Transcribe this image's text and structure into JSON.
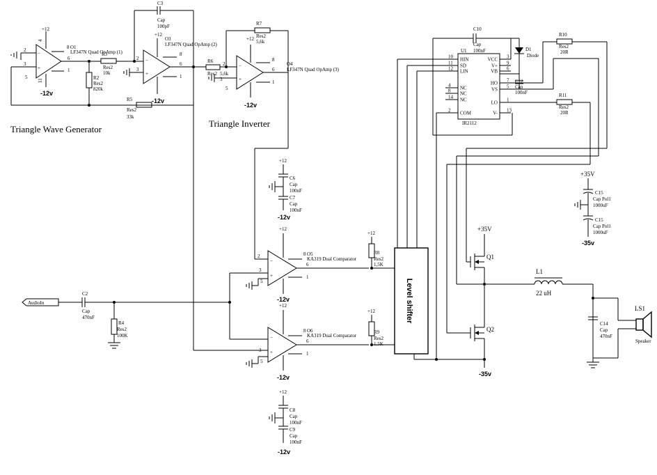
{
  "blocks": {
    "triangle_generator": "Triangle Wave Generator",
    "triangle_inverter": "Triangle Inverter",
    "level_shifter": "Level shifter"
  },
  "rails": {
    "p12": "+12",
    "m12": "-12v",
    "p35": "+35V",
    "p35b": "+35V",
    "m35": "-35v",
    "m35b": "-35v"
  },
  "opamps": {
    "o1": {
      "designator": "O1",
      "type": "LF347N Quad OpAmp (1)"
    },
    "o3": {
      "designator": "O3",
      "type": "LF347N Quad OpAmp (2)"
    },
    "o4": {
      "designator": "O4",
      "type": "LF347N Quad OpAmp (3)"
    }
  },
  "comparators": {
    "o5": {
      "designator": "O5",
      "type": "KA319 Dual Comparator"
    },
    "o6": {
      "designator": "O6",
      "type": "KA319 Dual Comparator"
    }
  },
  "resistors": {
    "r2": {
      "ref": "R2",
      "type": "Res2",
      "value": "820k"
    },
    "r3": {
      "ref": "R3",
      "type": "Res2",
      "value": "10k"
    },
    "r4": {
      "ref": "R4",
      "type": "Res2",
      "value": "100K"
    },
    "r5": {
      "ref": "R5",
      "type": "Res2",
      "value": "33k"
    },
    "r6": {
      "ref": "R6",
      "type": "Res2",
      "value": "5,6k"
    },
    "r7": {
      "ref": "R7",
      "type": "Res2",
      "value": "5,6k"
    },
    "r8": {
      "ref": "R8",
      "type": "Res2",
      "value": "1,5K"
    },
    "r9": {
      "ref": "R9",
      "type": "Res2",
      "value": "1,5K"
    },
    "r10": {
      "ref": "R10",
      "type": "Res2",
      "value": "20R"
    },
    "r11": {
      "ref": "R11",
      "type": "Res2",
      "value": "20R"
    }
  },
  "capacitors": {
    "c2": {
      "ref": "C2",
      "type": "Cap",
      "value": "470nF"
    },
    "c3": {
      "ref": "C3",
      "type": "Cap",
      "value": "100pF"
    },
    "c6": {
      "ref": "C6",
      "type": "Cap",
      "value": "100nF"
    },
    "c7": {
      "ref": "C7",
      "type": "Cap",
      "value": "100nF"
    },
    "c8": {
      "ref": "C8",
      "type": "Cap",
      "value": "100nF"
    },
    "c9": {
      "ref": "C9",
      "type": "Cap",
      "value": "100nF"
    },
    "c10": {
      "ref": "C10",
      "type": "Cap",
      "value": "100nF"
    },
    "c12": {
      "ref": "C12",
      "type": "Cap",
      "value": "100nF"
    },
    "c14": {
      "ref": "C14",
      "type": "Cap",
      "value": "470nF"
    },
    "c15a": {
      "ref": "C15",
      "type": "Cap Pol1",
      "value": "1000uF"
    },
    "c15b": {
      "ref": "C15",
      "type": "Cap Pol1",
      "value": "1000uF"
    }
  },
  "driver": {
    "ref": "U1",
    "part": "IR2112",
    "left_pins": [
      {
        "num": "10",
        "name": "HIN"
      },
      {
        "num": "11",
        "name": "SD"
      },
      {
        "num": "12",
        "name": "LIN"
      },
      {
        "num": "4",
        "name": "NC"
      },
      {
        "num": "8",
        "name": "NC"
      },
      {
        "num": "14",
        "name": "NC"
      },
      {
        "num": "2",
        "name": "COM"
      }
    ],
    "right_pins": [
      {
        "num": "3",
        "name": "VCC"
      },
      {
        "num": "9",
        "name": "V+"
      },
      {
        "num": "6",
        "name": "VB"
      },
      {
        "num": "7",
        "name": "HO"
      },
      {
        "num": "5",
        "name": "VS"
      },
      {
        "num": "1",
        "name": "LO"
      },
      {
        "num": "13",
        "name": "V-"
      }
    ]
  },
  "diode": {
    "ref": "D1",
    "type": "Diode"
  },
  "transistors": {
    "q1": "Q1",
    "q2": "Q2"
  },
  "inductor": {
    "ref": "L1",
    "value": "22 uH"
  },
  "speaker": {
    "ref": "LS1",
    "type": "Speaker"
  },
  "input": {
    "label": "AudioIn"
  },
  "pins": {
    "p1": "1",
    "p2": "2",
    "p3": "3",
    "p4": "4",
    "p5": "5",
    "p6": "6",
    "p7": "7",
    "p8": "8",
    "p11": "11"
  }
}
